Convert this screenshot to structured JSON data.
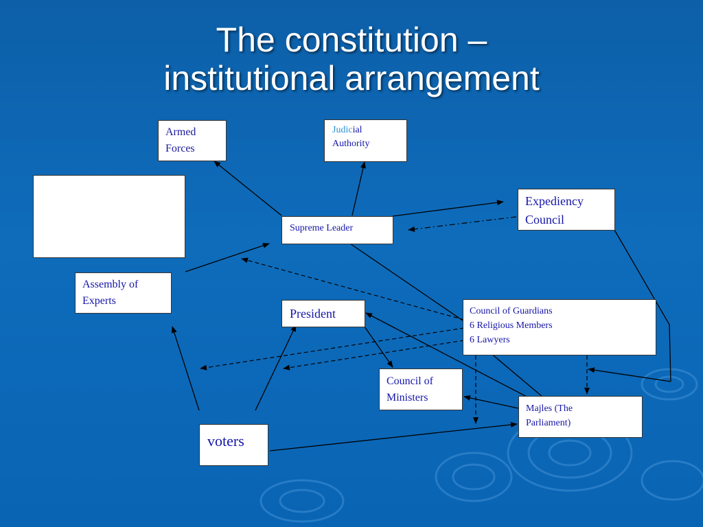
{
  "title": {
    "line1": "The constitution –",
    "line2": "institutional arrangement"
  },
  "colors": {
    "background": "#0e6cbb",
    "box_text": "#1515a8",
    "judic_accent": "#2a8fd6"
  },
  "nodes": {
    "armed_forces": {
      "line1": "Armed",
      "line2": "Forces"
    },
    "judicial": {
      "part1": "Judic",
      "part2": "ial",
      "line2": "Authority"
    },
    "expediency": {
      "line1": "Expediency",
      "line2": "Council"
    },
    "supreme_leader": {
      "label": "Supreme Leader"
    },
    "assembly": {
      "line1": "Assembly of",
      "line2": "Experts"
    },
    "president": {
      "label": "President"
    },
    "guardians": {
      "line1": "Council of Guardians",
      "line2": "6 Religious Members",
      "line3": "6 Lawyers"
    },
    "ministers": {
      "line1": "Council of",
      "line2": "Ministers"
    },
    "majles": {
      "line1": "Majles (The",
      "line2": "Parliament)"
    },
    "voters": {
      "label": "voters"
    }
  }
}
